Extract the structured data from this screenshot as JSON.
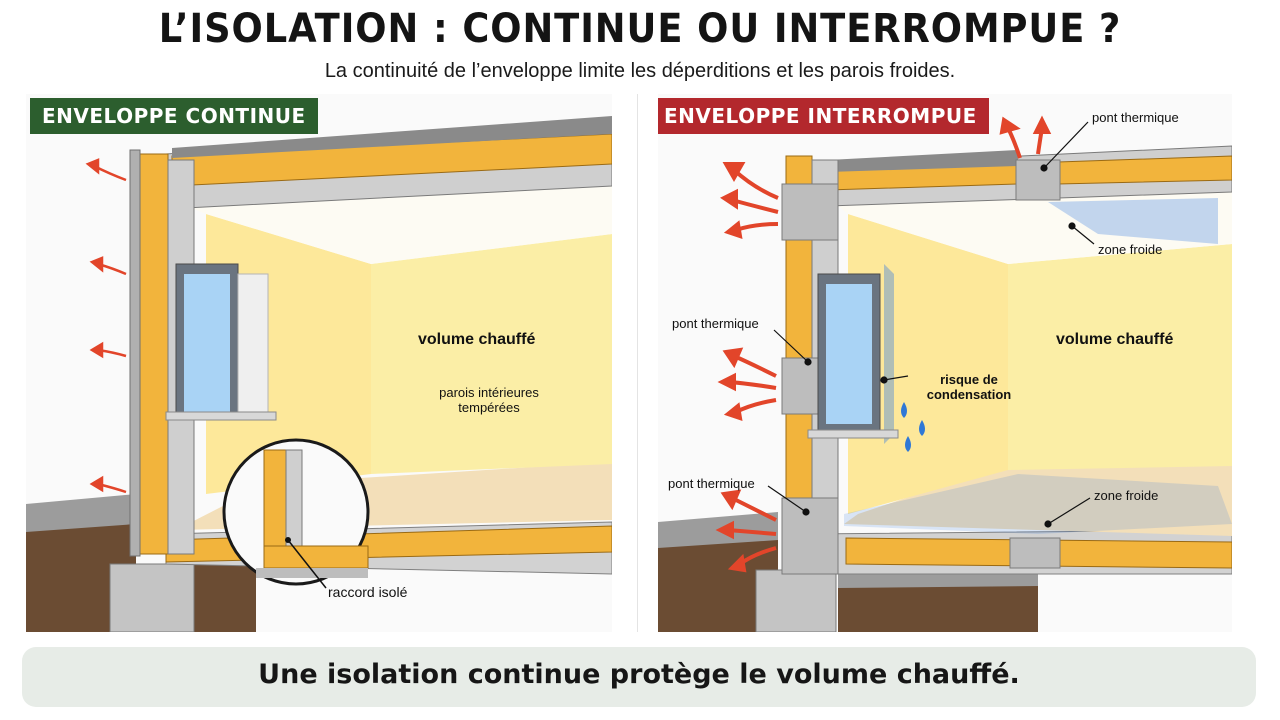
{
  "header": {
    "title": "L’ISOLATION : CONTINUE OU INTERROMPUE ?",
    "subtitle": "La continuité de l’enveloppe limite les déperditions et les parois froides."
  },
  "left_panel": {
    "tag": "ENVELOPPE CONTINUE",
    "heated_volume": "volume chauffé",
    "interior_walls_line1": "parois intérieures",
    "interior_walls_line2": "tempérées",
    "insulated_joint": "raccord isolé"
  },
  "right_panel": {
    "tag": "ENVELOPPE INTERROMPUE",
    "thermal_bridge_top": "pont thermique",
    "cold_zone_ceiling": "zone froide",
    "thermal_bridge_window": "pont thermique",
    "heated_volume": "volume chauffé",
    "condensation_line1": "risque de",
    "condensation_line2": "condensation",
    "thermal_bridge_bottom": "pont thermique",
    "cold_zone_floor": "zone froide"
  },
  "footer": {
    "conclusion": "Une isolation continue protège le volume chauffé."
  },
  "colors": {
    "insulation": "#f2b43c",
    "concrete": "#cfcfcf",
    "heat_arrow": "#e2452a",
    "cold_zone": "#3d7fe0",
    "interior_wall": "#fbeea6",
    "floor": "#f3dfb9",
    "soil": "#6b4c33",
    "tag_green": "#2c5e2e",
    "tag_red": "#b3282d",
    "banner_bg": "#e7ece7"
  }
}
